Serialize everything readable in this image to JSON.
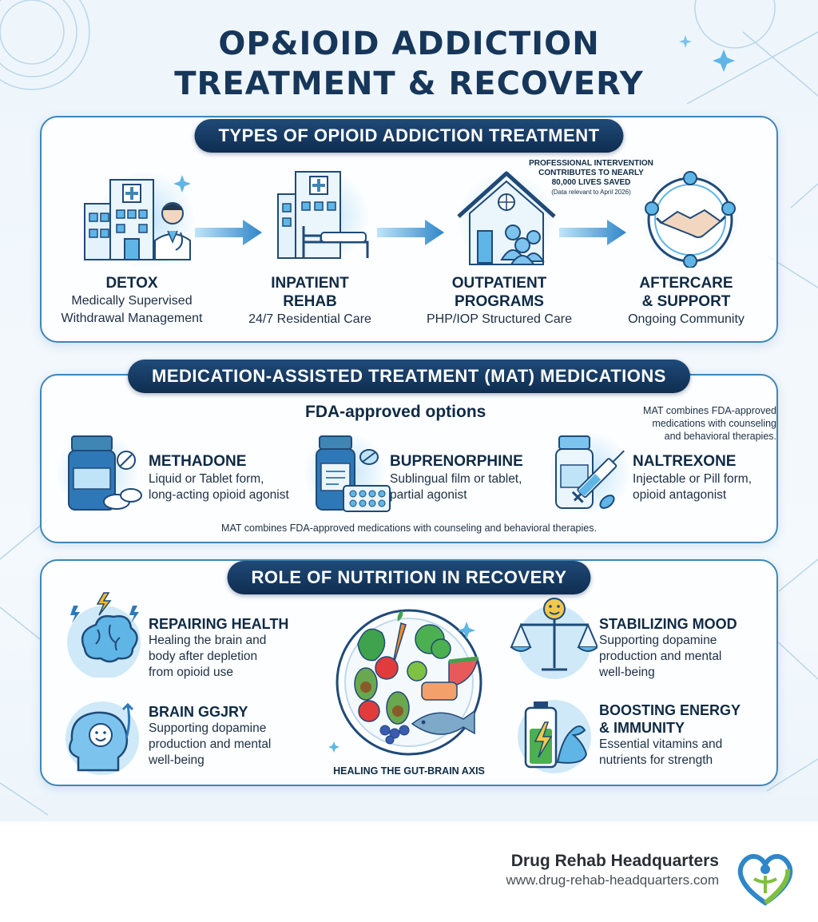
{
  "title_line1": "OP&IOID ADDICTION",
  "title_line2": "TREATMENT & RECOVERY",
  "section1": {
    "heading": "TYPES OF OPIOID ADDICTION TREATMENT",
    "stat_line1": "PROFESSIONAL INTERVENTION",
    "stat_line2": "CONTRIBUTES TO NEARLY",
    "stat_line3": "80,000 LIVES SAVED",
    "stat_note": "(Data relevant to April 2026)",
    "steps": [
      {
        "title1": "DETOX",
        "title2": "",
        "desc1": "Medically Supervised",
        "desc2": "Withdrawal Management"
      },
      {
        "title1": "INPATIENT",
        "title2": "REHAB",
        "desc1": "24/7 Residential Care",
        "desc2": ""
      },
      {
        "title1": "OUTPATIENT",
        "title2": "PROGRAMS",
        "desc1": "PHP/IOP Structured Care",
        "desc2": ""
      },
      {
        "title1": "AFTERCARE",
        "title2": "& SUPPORT",
        "desc1": "Ongoing Community",
        "desc2": ""
      }
    ]
  },
  "section2": {
    "heading": "MEDICATION-ASSISTED TREATMENT (MAT) MEDICATIONS",
    "subheading": "FDA-approved options",
    "side_note_line1": "MAT combines FDA-approved",
    "side_note_line2": "medications with counseling",
    "side_note_line3": "and behavioral therapies.",
    "meds": [
      {
        "name": "METHADONE",
        "desc1": "Liquid or Tablet form,",
        "desc2": "long-acting opioid agonist"
      },
      {
        "name": "BUPRENORPHINE",
        "desc1": "Sublingual film or tablet,",
        "desc2": "partial agonist"
      },
      {
        "name": "NALTREXONE",
        "desc1": "Injectable or Pill form,",
        "desc2": "opioid antagonist"
      }
    ],
    "footnote": "MAT combines FDA-approved medications with counseling and behavioral therapies."
  },
  "section3": {
    "heading": "ROLE OF NUTRITION IN RECOVERY",
    "plate_caption": "HEALING THE GUT-BRAIN AXIS",
    "items": [
      {
        "title1": "REPAIRING HEALTH",
        "title2": "",
        "desc1": "Healing the brain and",
        "desc2": "body after depletion",
        "desc3": "from opioid use"
      },
      {
        "title1": "BRAIN GGJRY",
        "title2": "",
        "desc1": "Supporting dopamine",
        "desc2": "production and mental",
        "desc3": "well-being"
      },
      {
        "title1": "STABILIZING MOOD",
        "title2": "",
        "desc1": "Supporting dopamine",
        "desc2": "production and mental",
        "desc3": "well-being"
      },
      {
        "title1": "BOOSTING ENERGY",
        "title2": "& IMMUNITY",
        "desc1": "Essential vitamins and",
        "desc2": "nutrients for strength",
        "desc3": ""
      }
    ]
  },
  "footer": {
    "brand": "Drug Rehab Headquarters",
    "url": "www.drug-rehab-headquarters.com"
  },
  "colors": {
    "navy": "#16365a",
    "accent": "#3f86b5",
    "light_blue": "#5fb6e6",
    "logo_green": "#7fbf3f"
  }
}
